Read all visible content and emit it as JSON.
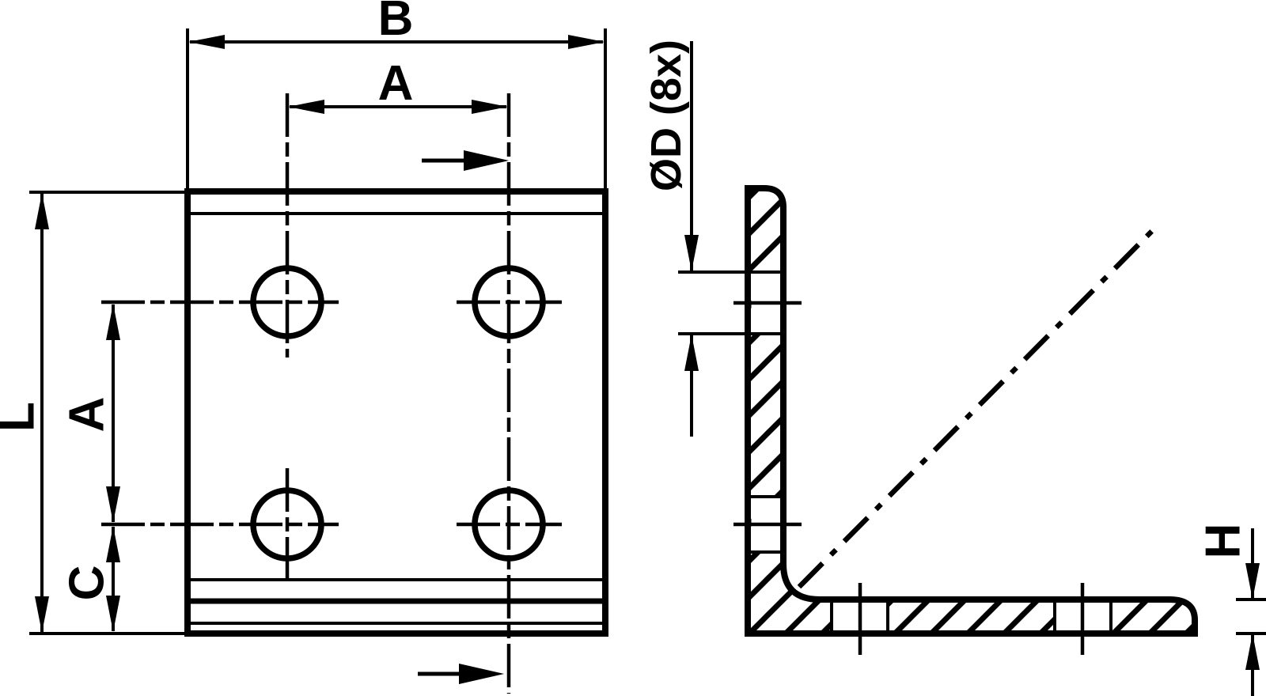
{
  "drawing": {
    "kind": "technical dimension drawing, angle bracket with 4+4 holes, front view and sectional side view",
    "colors": {
      "ink": "#000000",
      "paper": "#ffffff"
    },
    "labels": {
      "plate_width": "B",
      "hole_pitch_top": "A",
      "plate_length": "L",
      "hole_pitch_side": "A",
      "edge_offset": "C",
      "hole_diameter": "ØD (8x)",
      "material_thickness": "H"
    },
    "hole_count_front_view": 4,
    "hole_count_total_note": "8x"
  }
}
